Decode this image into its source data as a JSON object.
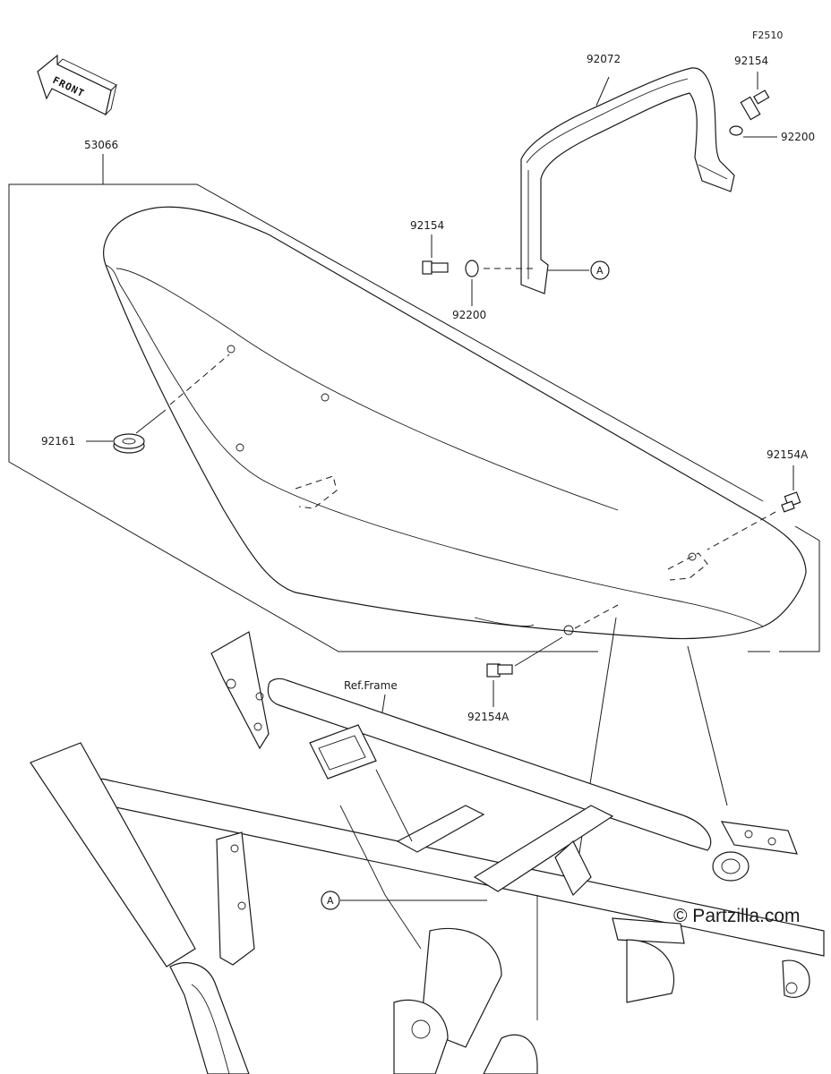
{
  "figure_code": "F2510",
  "front_label": "FRONT",
  "ref_frame_label": "Ref.Frame",
  "watermark": "© Partzilla.com",
  "callout_letter": "A",
  "parts": {
    "seat": "53066",
    "grab_strap": "92072",
    "bolt_upper_right": "92154",
    "washer_upper_right": "92200",
    "bolt_left": "92154",
    "washer_left": "92200",
    "damper": "92161",
    "bolt_seat_rear": "92154A",
    "bolt_seat_front": "92154A"
  }
}
